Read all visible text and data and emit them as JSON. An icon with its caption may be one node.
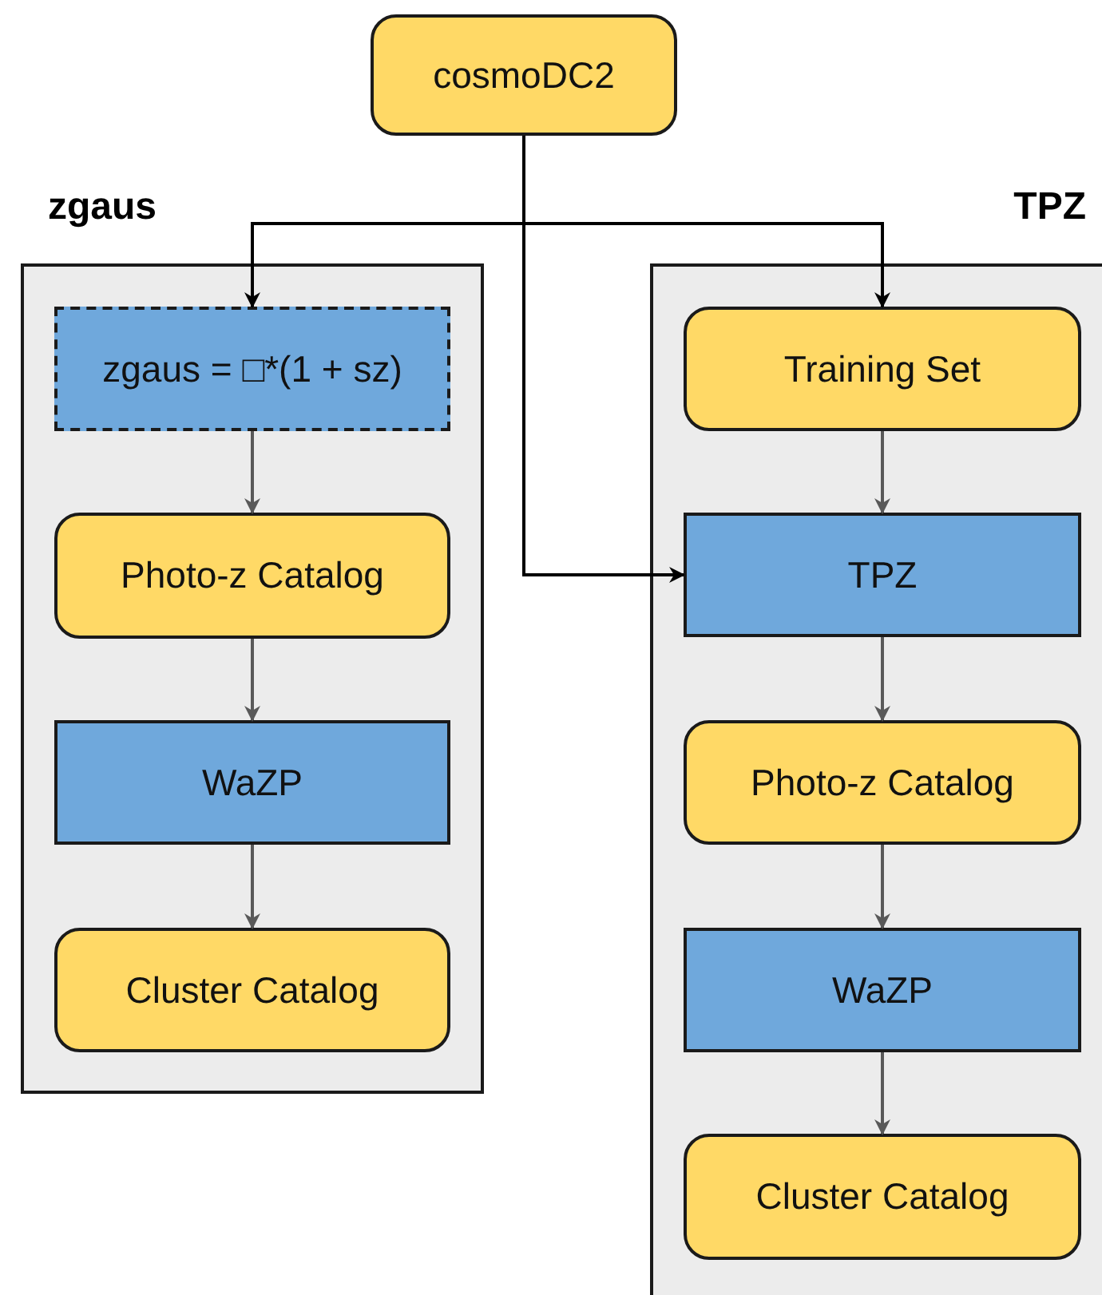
{
  "diagram": {
    "nodes": [
      {
        "text": [
          "cosmoDC2"
        ]
      },
      {
        "text": [
          "zgaus"
        ]
      },
      {
        "text": [
          "zgaus = □*(1 + sz)"
        ],
        "in": 1
      },
      {
        "text": [
          "Photo-z Catalog"
        ],
        "in": 1
      },
      {
        "text": [
          "WaZP"
        ],
        "in": 1
      },
      {
        "text": [
          "Cluster Catalog"
        ],
        "in": 1
      },
      {
        "text": [
          "TPZ"
        ]
      },
      {
        "text": [
          "Training Set"
        ],
        "in": 6
      },
      {
        "text": [
          "TPZ"
        ],
        "in": 6
      },
      {
        "text": [
          "Photo-z Catalog"
        ],
        "in": 6
      },
      {
        "text": [
          "WaZP"
        ],
        "in": 6
      },
      {
        "text": [
          "Cluster Catalog"
        ],
        "in": 6
      }
    ],
    "edges": [
      {
        "from": 0,
        "to": 2,
        "arrow": "to",
        "color": "#000000"
      },
      {
        "from": 0,
        "to": 7,
        "arrow": "to",
        "color": "#000000"
      },
      {
        "from": 0,
        "to": 8,
        "arrow": "to",
        "color": "#000000"
      },
      {
        "from": 2,
        "to": 3,
        "arrow": "to"
      },
      {
        "from": 3,
        "to": 4,
        "arrow": "to"
      },
      {
        "from": 4,
        "to": 5,
        "arrow": "to"
      },
      {
        "from": 7,
        "to": 8,
        "arrow": "to"
      },
      {
        "from": 8,
        "to": 9,
        "arrow": "to"
      },
      {
        "from": 9,
        "to": 10,
        "arrow": "to"
      },
      {
        "from": 10,
        "to": 11,
        "arrow": "to"
      }
    ]
  }
}
